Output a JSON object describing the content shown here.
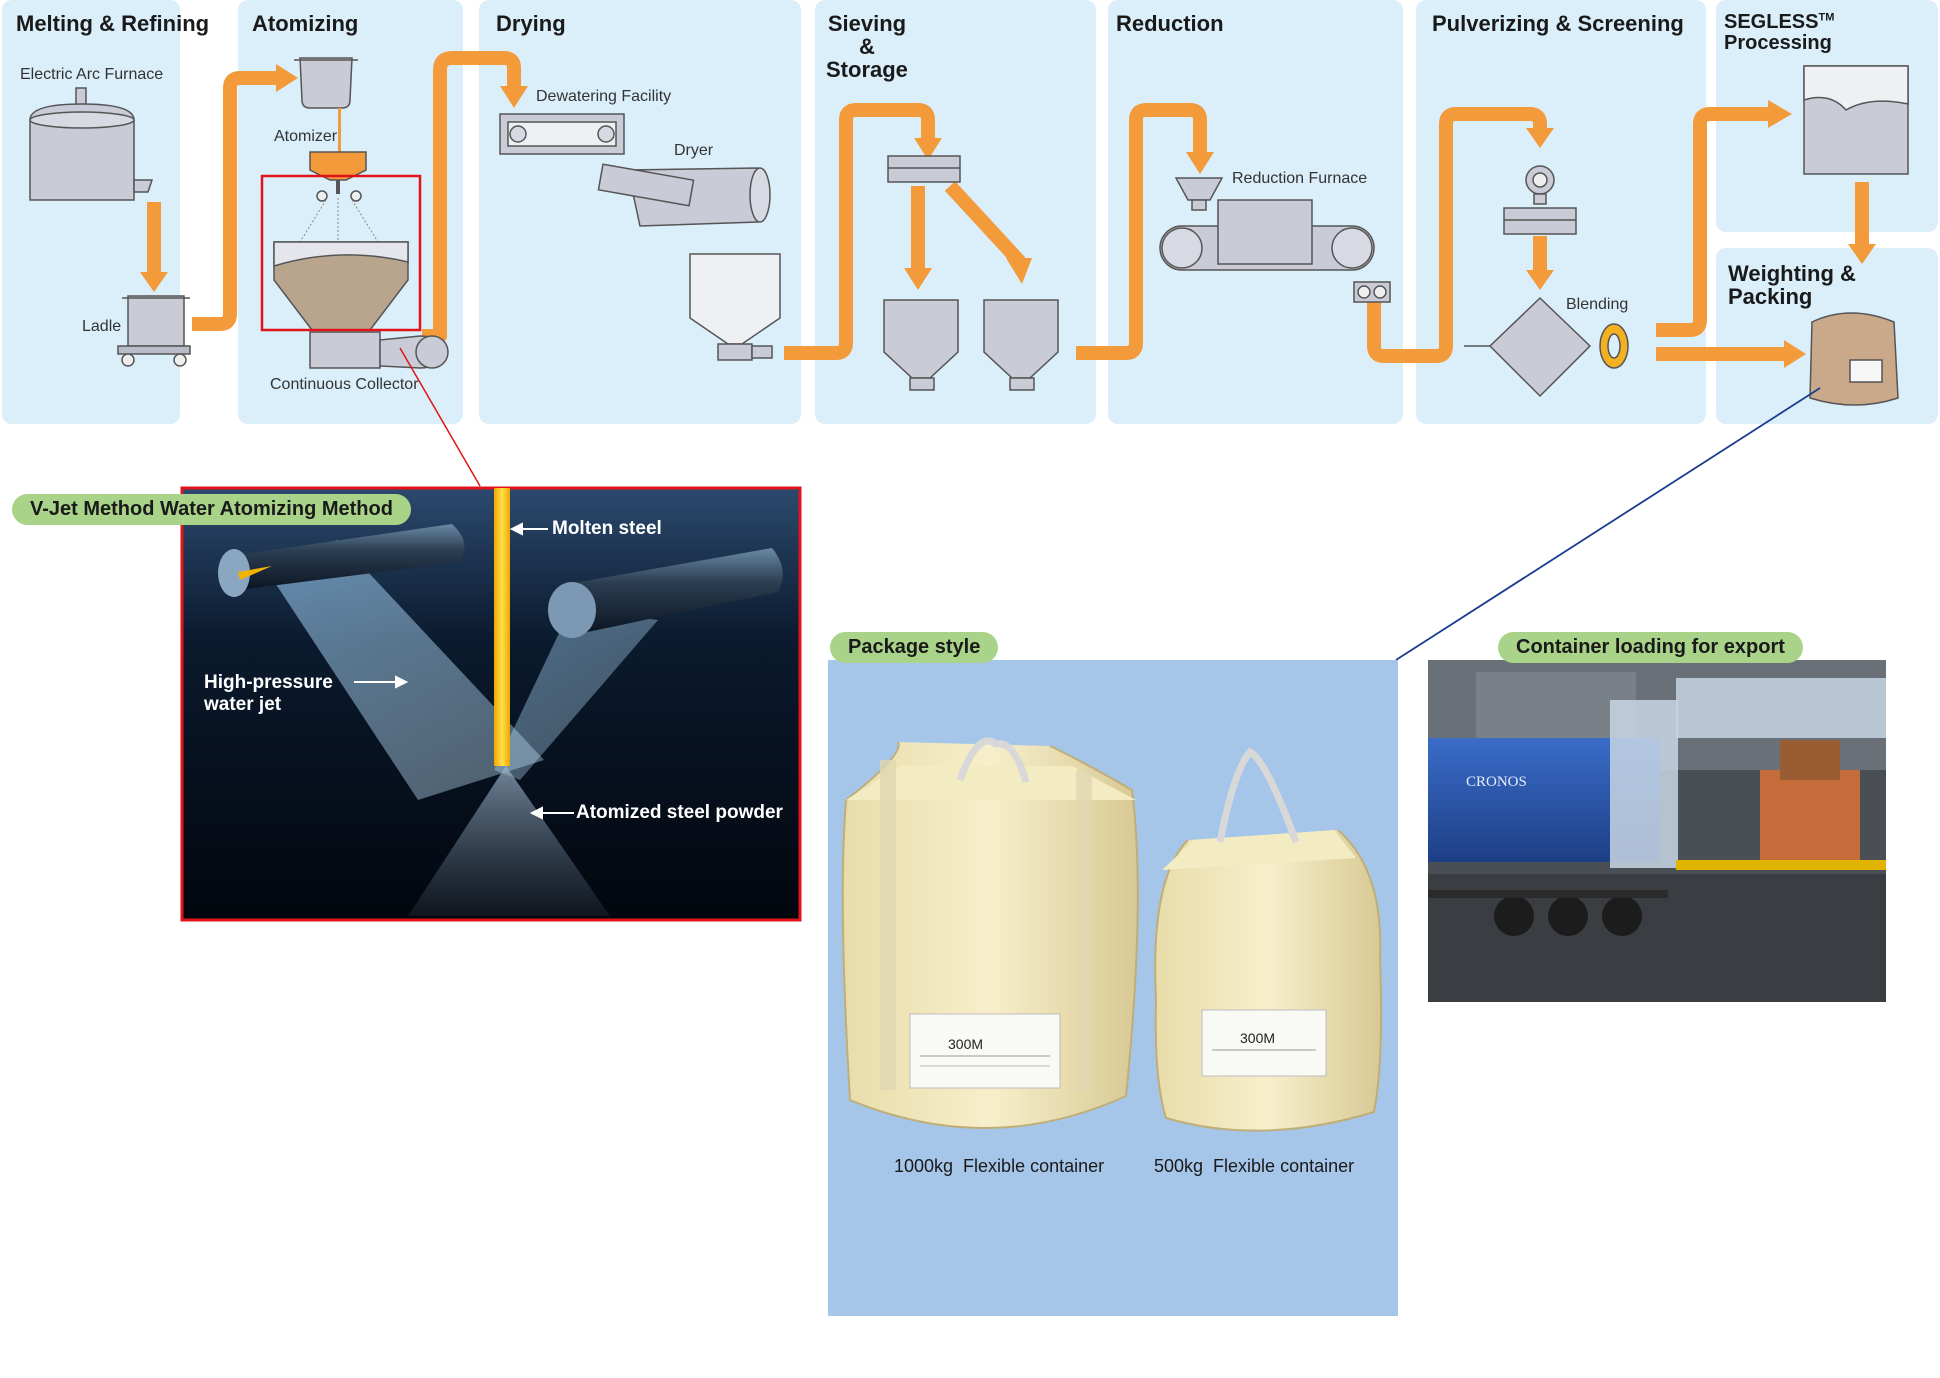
{
  "stages": {
    "melting": "Melting & Refining",
    "atomizing": "Atomizing",
    "drying": "Drying",
    "sieving": "Sieving\n&\nStorage",
    "reduction": "Reduction",
    "pulverizing": "Pulverizing & Screening",
    "segless": "SEGLESS",
    "segless_tm": "TM",
    "segless_suffix": " Processing",
    "weighting": "Weighting & Packing"
  },
  "labels": {
    "electric_arc_furnace": "Electric Arc Furnace",
    "ladle": "Ladle",
    "atomizer": "Atomizer",
    "continuous_collector": "Continuous Collector",
    "dewatering_facility": "Dewatering Facility",
    "dryer": "Dryer",
    "reduction_furnace": "Reduction Furnace",
    "blending": "Blending"
  },
  "vjet": {
    "title": "V-Jet Method Water Atomizing Method",
    "molten_steel": "Molten steel",
    "high_pressure_line1": "High-pressure",
    "high_pressure_line2": "water jet",
    "atomized_powder": "Atomized steel powder"
  },
  "package": {
    "title": "Package style",
    "bag_large_caption": "1000kg  Flexible container",
    "bag_small_caption": "500kg  Flexible container",
    "bag_label_text": "300M"
  },
  "container": {
    "title": "Container loading for export",
    "truck_brand": "CRONOS"
  },
  "colors": {
    "stage_bg": "#dbeffa",
    "flow_arrow": "#f39a3a",
    "equipment": "#c9ccd6",
    "highlight_box": "#e2141b",
    "pill": "#a9d389",
    "package_bg": "#a6c6e9"
  }
}
